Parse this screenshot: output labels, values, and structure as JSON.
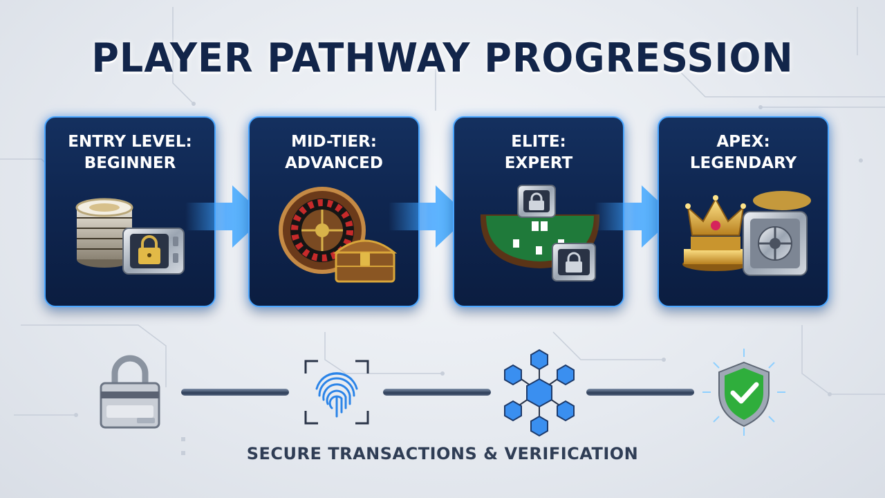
{
  "title": "PLAYER PATHWAY PROGRESSION",
  "tiers": [
    {
      "label": "ENTRY LEVEL:\nBEGINNER",
      "icon": "chip-stack-with-lock-icon"
    },
    {
      "label": "MID-TIER:\nADVANCED",
      "icon": "roulette-with-chest-icon"
    },
    {
      "label": "ELITE:\nEXPERT",
      "icon": "card-table-with-safes-icon"
    },
    {
      "label": "APEX:\nLEGENDARY",
      "icon": "crown-with-vault-icon"
    }
  ],
  "security_steps": [
    {
      "icon": "padlock-card-icon"
    },
    {
      "icon": "fingerprint-icon"
    },
    {
      "icon": "blockchain-hexagon-icon"
    },
    {
      "icon": "shield-check-icon"
    }
  ],
  "footer": "SECURE TRANSACTIONS & VERIFICATION",
  "colors": {
    "title": "#12254a",
    "card_bg": "#0f2650",
    "card_border": "#4aa6ff",
    "arrow": "#3aa0ff",
    "shield": "#2fae3c",
    "gold": "#d4a236"
  }
}
